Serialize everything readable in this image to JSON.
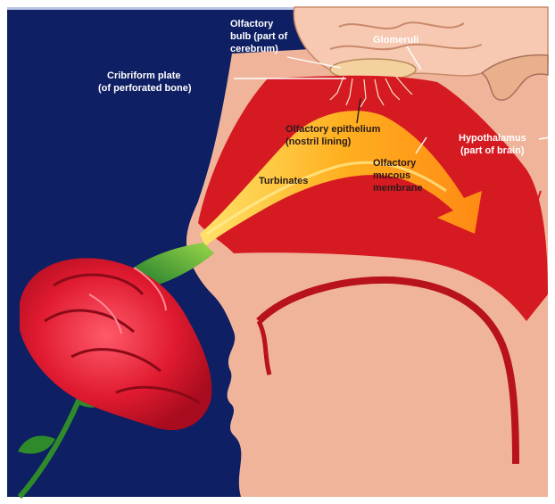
{
  "labels": {
    "olfactory_bulb": [
      "Olfactory",
      "bulb (part of",
      "cerebrum)"
    ],
    "glomeruli": "Glomeruli",
    "cribriform_plate": [
      "Cribriform plate",
      "(of perforated bone)"
    ],
    "olfactory_epithelium": [
      "Olfactory epithelium",
      "(nostril lining)"
    ],
    "hypothalamus": [
      "Hypothalamus",
      "(part of brain)"
    ],
    "turbinates": "Turbinates",
    "olfactory_mucous_membrane": [
      "Olfactory",
      "mucous",
      "membrane"
    ]
  },
  "colors": {
    "background": "#0f1f63",
    "skin": "#f0b49a",
    "nasal_cavity_red": "#d61a22",
    "airflow_orange": "#ff9a1a",
    "airflow_yellow": "#ffd24a",
    "rose_red": "#e8203a",
    "stem_green": "#2e8a2a",
    "brain_pink": "#f7c9b2"
  }
}
